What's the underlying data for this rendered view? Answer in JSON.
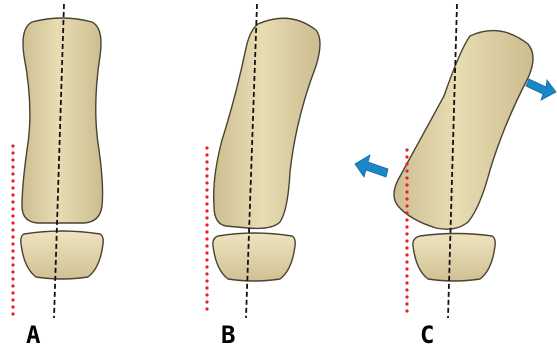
{
  "panels": [
    {
      "label": "A"
    },
    {
      "label": "B"
    },
    {
      "label": "C"
    }
  ],
  "colors": {
    "bone_fill": "#e3d6aa",
    "bone_stroke": "#4a4232",
    "axis_line": "#111111",
    "reference_dots": "#ee1c24",
    "arrow": "#1a87c9"
  }
}
